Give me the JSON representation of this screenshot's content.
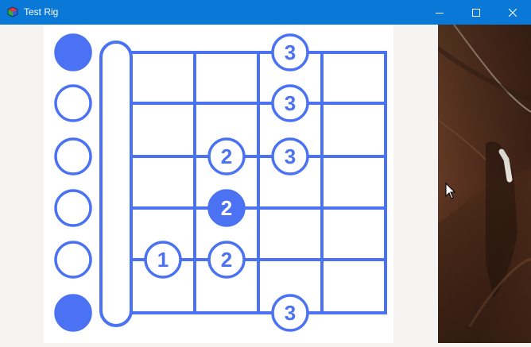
{
  "window": {
    "title": "Test Rig",
    "app_icon": "cube-icon",
    "controls": {
      "minimize": "minimize-icon",
      "maximize": "maximize-icon",
      "close": "close-icon"
    }
  },
  "chord_diagram": {
    "accent_color": "#4a72f2",
    "string_markers": [
      {
        "string": 1,
        "state": "filled"
      },
      {
        "string": 2,
        "state": "open"
      },
      {
        "string": 3,
        "state": "open"
      },
      {
        "string": 4,
        "state": "open"
      },
      {
        "string": 5,
        "state": "open"
      },
      {
        "string": 6,
        "state": "filled"
      }
    ],
    "notes": [
      {
        "string": 1,
        "fret": 3,
        "finger": "3",
        "root": false
      },
      {
        "string": 2,
        "fret": 3,
        "finger": "3",
        "root": false
      },
      {
        "string": 3,
        "fret": 2,
        "finger": "2",
        "root": false
      },
      {
        "string": 3,
        "fret": 3,
        "finger": "3",
        "root": false
      },
      {
        "string": 4,
        "fret": 2,
        "finger": "2",
        "root": true
      },
      {
        "string": 5,
        "fret": 1,
        "finger": "1",
        "root": false
      },
      {
        "string": 5,
        "fret": 2,
        "finger": "2",
        "root": false
      },
      {
        "string": 6,
        "fret": 3,
        "finger": "3",
        "root": false
      }
    ]
  },
  "side_panel": {
    "image": "guitar-photo"
  }
}
